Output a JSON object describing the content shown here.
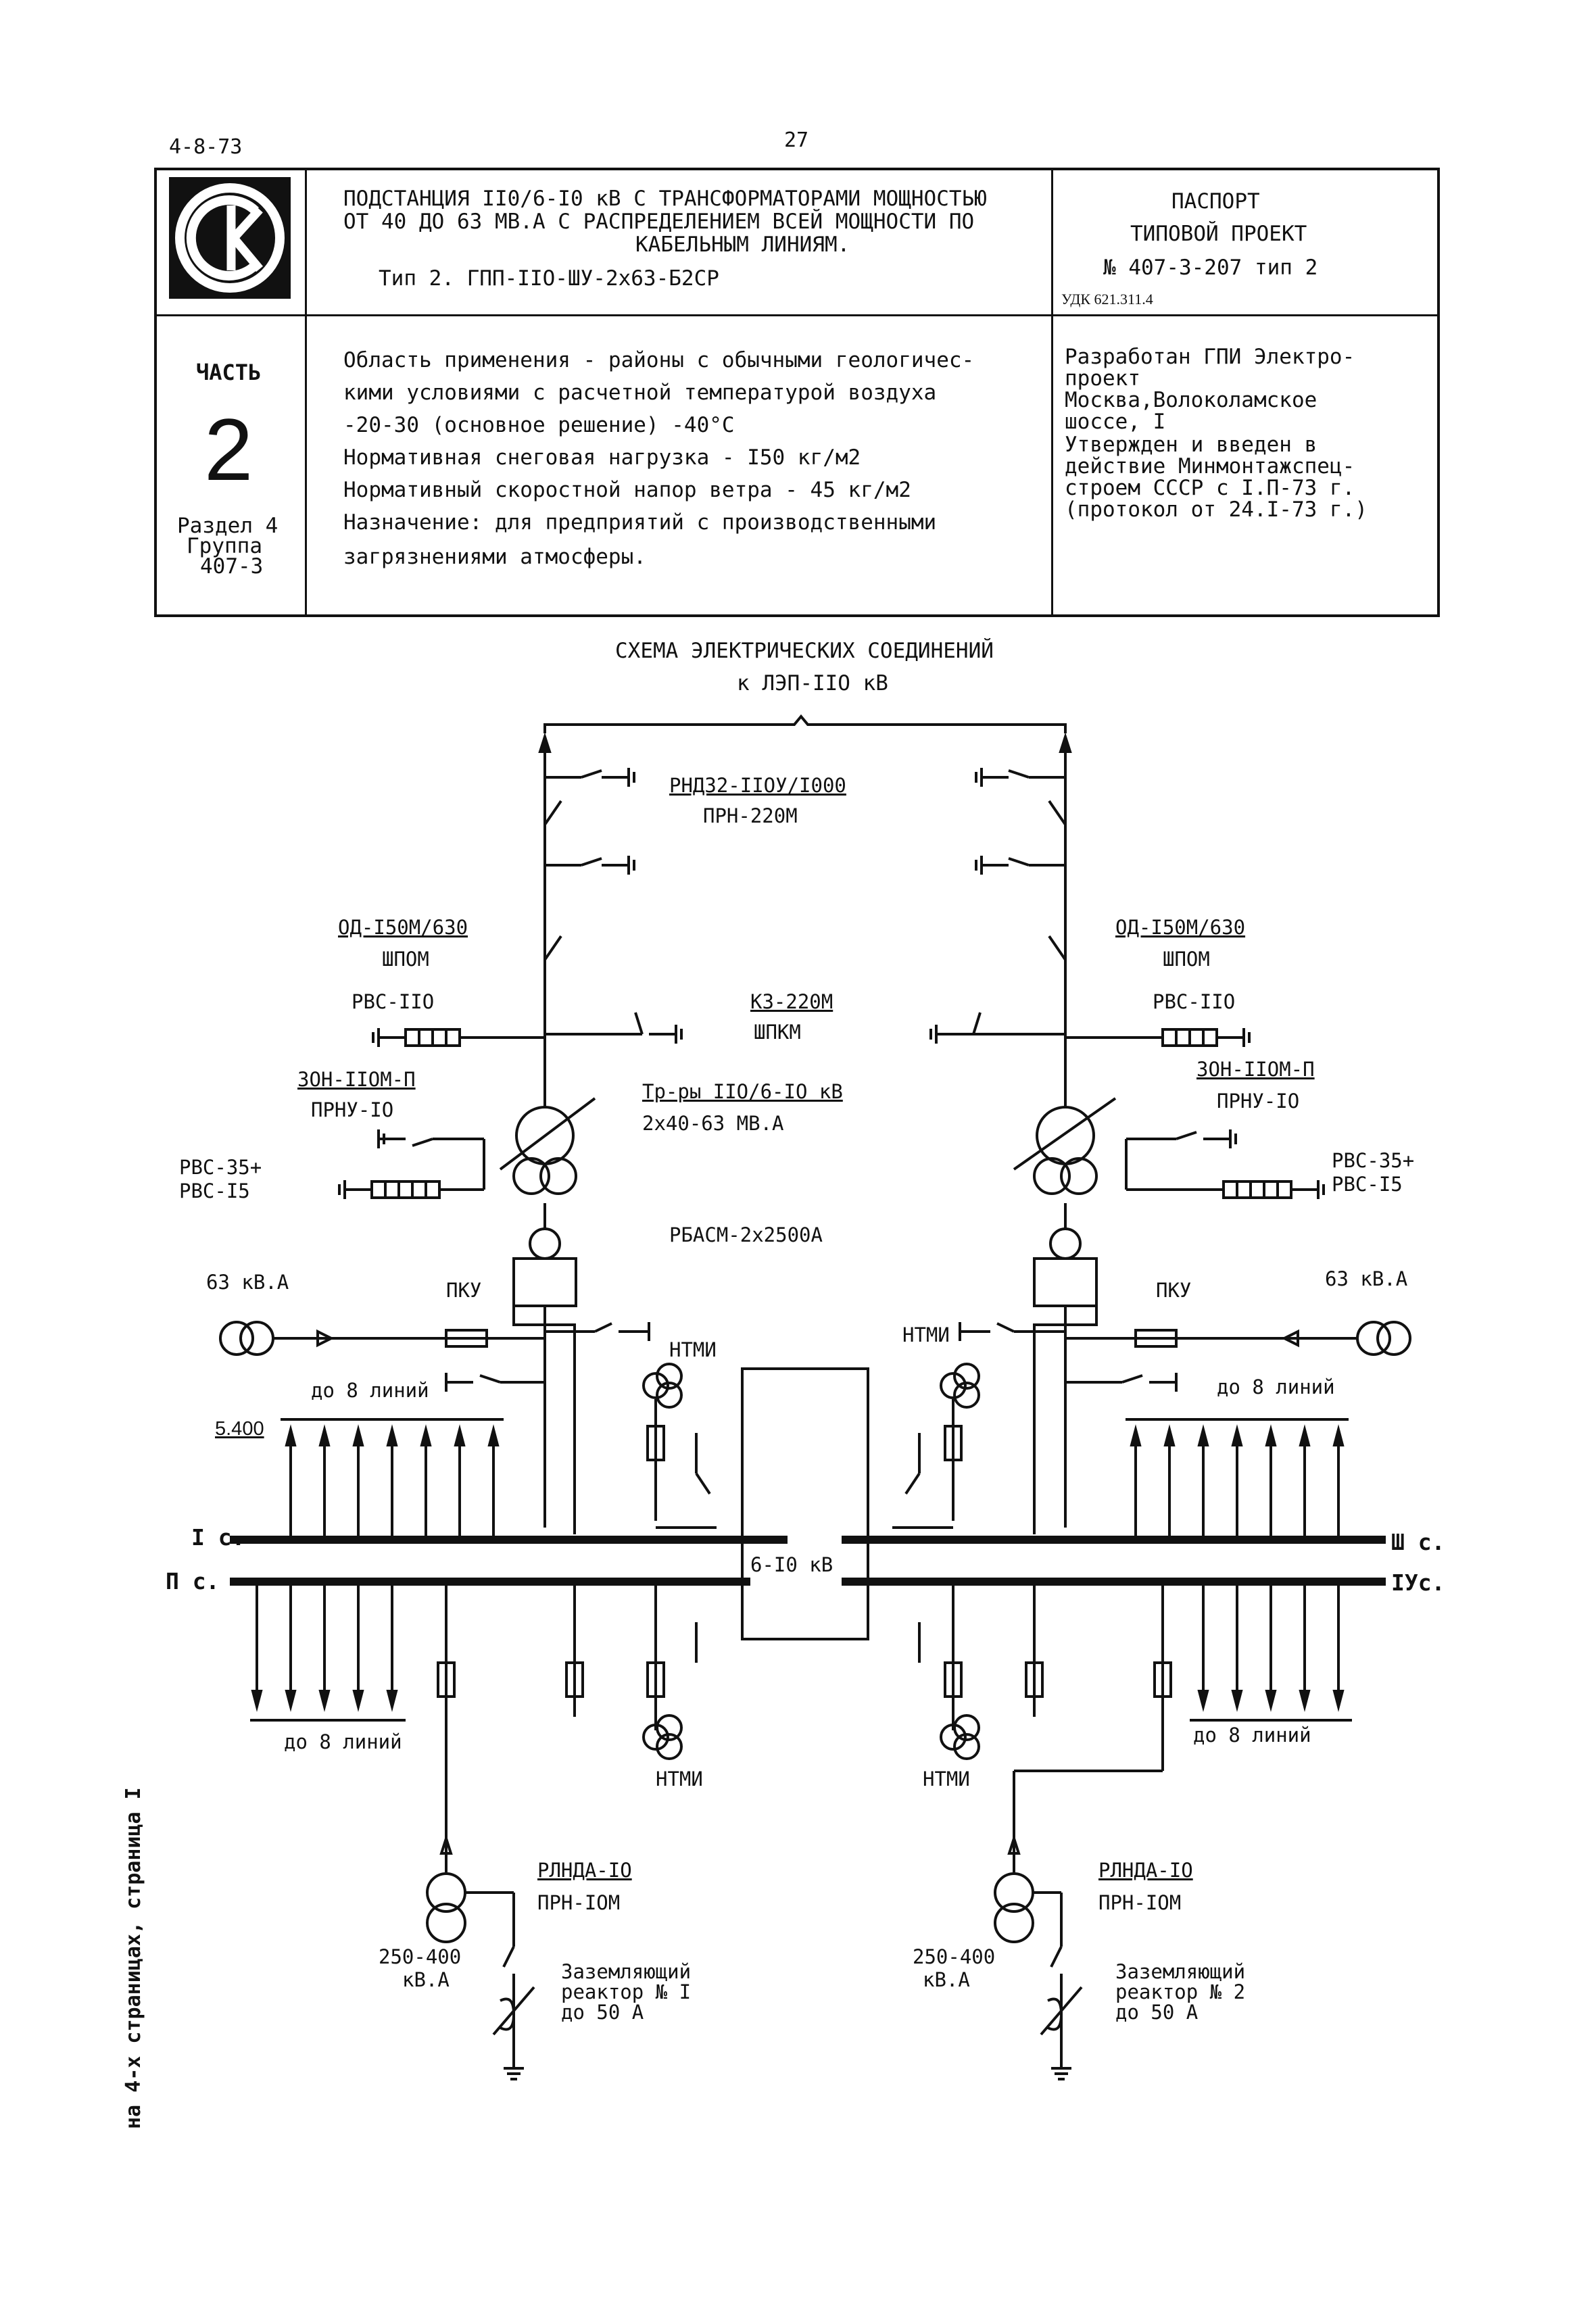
{
  "header": {
    "code": "4-8-73",
    "page_number": "27"
  },
  "stamp": {
    "logo_text": "СК",
    "title_lines": [
      "ПОДСТАНЦИЯ  II0/6-I0 кВ С ТРАНСФОРМАТОРАМИ МОЩНОСТЬЮ",
      "ОТ 40 ДО 63 МВ.А С РАСПРЕДЕЛЕНИЕМ ВСЕЙ МОЩНОСТИ  ПО",
      "КАБЕЛЬНЫМ ЛИНИЯМ."
    ],
    "type_line": "Тип 2.   ГПП-IIO-ШУ-2х63-Б2СР",
    "passport": "ПАСПОРТ",
    "project": "ТИПОВОЙ ПРОЕКТ",
    "project_number": "№ 407-3-207  тип 2",
    "udk": "УДК 621.311.4",
    "part_label": "ЧАСТЬ",
    "part_number": "2",
    "section_lines": [
      "Раздел 4",
      "Группа",
      "407-3"
    ],
    "scope_lines": [
      "Область применения - районы с обычными геологичес-",
      "кими условиями с расчетной температурой воздуха",
      "-20-30 (основное решение) -40°С",
      "Нормативная снеговая нагрузка - I50 кг/м2",
      "Нормативный скоростной напор ветра - 45 кг/м2",
      "Назначение: для предприятий с производственными",
      "загрязнениями атмосферы."
    ],
    "developer_lines": [
      "Разработан ГПИ Электро-",
      "проект",
      "Москва,Волоколамское",
      "шоссе, I",
      "Утвержден и введен в",
      "действие Минмонтажспец-",
      "строем СССР с I.П-73 г.",
      "(протокол от 24.I-73 г.)"
    ]
  },
  "diagram": {
    "title": "СХЕМА ЭЛЕКТРИЧЕСКИХ  СОЕДИНЕНИЙ",
    "subtitle": "к ЛЭП-IIO кВ",
    "labels": {
      "disconnector": "РНДЗ2-IIОУ/I000",
      "disconnector_drive": "ПРН-220М",
      "separator_left": "ОД-I50М/630",
      "separator_left_drive": "ШПОМ",
      "separator_right": "ОД-I50М/630",
      "separator_right_drive": "ШПОМ",
      "arrester_left": "РВС-IIO",
      "arrester_right": "РВС-IIO",
      "shortcircuiter": "КЗ-220М",
      "shortcircuiter_drive": "ШПКМ",
      "grounding_left": "ЗОН-IIOМ-П",
      "grounding_left_drive": "ПРНУ-IO",
      "grounding_right": "ЗОН-IIOМ-П",
      "grounding_right_drive": "ПРНУ-IO",
      "transformers": "Тр-ры IIO/6-IO кВ",
      "transformers_power": "2х40-63 МВ.А",
      "arrester35_left_1": "РВС-35+",
      "arrester35_left_2": "РВС-I5",
      "arrester35_right_1": "РВС-35+",
      "arrester35_right_2": "РВС-I5",
      "reactor_main": "РБАСМ-2х2500А",
      "load_left": "63 кВ.А",
      "load_right": "63 кВ.А",
      "pku_left": "ПКУ",
      "pku_right": "ПКУ",
      "ntmi_top_left": "НТМИ",
      "ntmi_top_right": "НТМИ",
      "lines_top_left": "до 8 линий",
      "lines_top_right": "до 8 линий",
      "elevation": "5.400",
      "bus1": "I с.",
      "bus2": "П с.",
      "bus3": "Ш с.",
      "bus4": "IУс.",
      "bus_voltage": "6-I0 кВ",
      "lines_bottom_left": "до 8 линий",
      "lines_bottom_right": "до 8 линий",
      "ntmi_bottom_left": "НТМИ",
      "ntmi_bottom_right": "НТМИ",
      "rlnda_left": "РЛНДА-IO",
      "rlnda_left_drive": "ПРН-IOМ",
      "rlnda_right": "РЛНДА-IO",
      "rlnda_right_drive": "ПРН-IOМ",
      "tsn_left_1": "250-400",
      "tsn_left_2": "кВ.А",
      "tsn_right_1": "250-400",
      "tsn_right_2": "кВ.А",
      "reactor1_1": "Заземляющий",
      "reactor1_2": "реактор № I",
      "reactor1_3": "до 50 А",
      "reactor2_1": "Заземляющий",
      "reactor2_2": "реактор № 2",
      "reactor2_3": "до 50 А"
    }
  },
  "side_note": "на 4-х страницах, страница I"
}
